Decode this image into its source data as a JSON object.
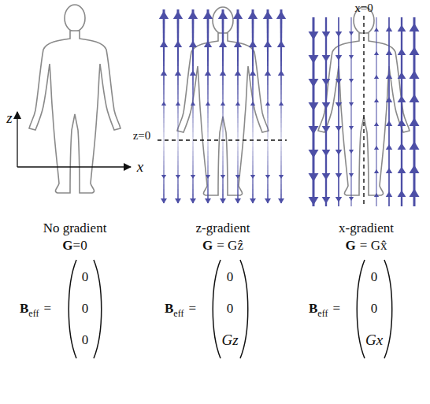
{
  "diagram": {
    "labels": [
      "z",
      "x",
      "z=0",
      "x=0",
      "No gradient",
      "G",
      "=0",
      "z-gradient",
      "G",
      "= Gẑ",
      "x-gradient",
      "G",
      "= Gx̂",
      "B",
      "eff",
      "=",
      "0",
      "0",
      "0",
      "B",
      "eff",
      "=",
      "0",
      "0",
      "Gz",
      "B",
      "eff",
      "=",
      "0",
      "0",
      "Gx"
    ]
  }
}
